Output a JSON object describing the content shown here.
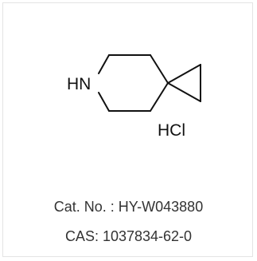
{
  "structure": {
    "amine_label": "HN",
    "salt_label": "HCl",
    "bond_color": "#111111"
  },
  "product": {
    "cat_no": "Cat. No. : HY-W043880",
    "cas": "CAS: 1037834-62-0"
  }
}
